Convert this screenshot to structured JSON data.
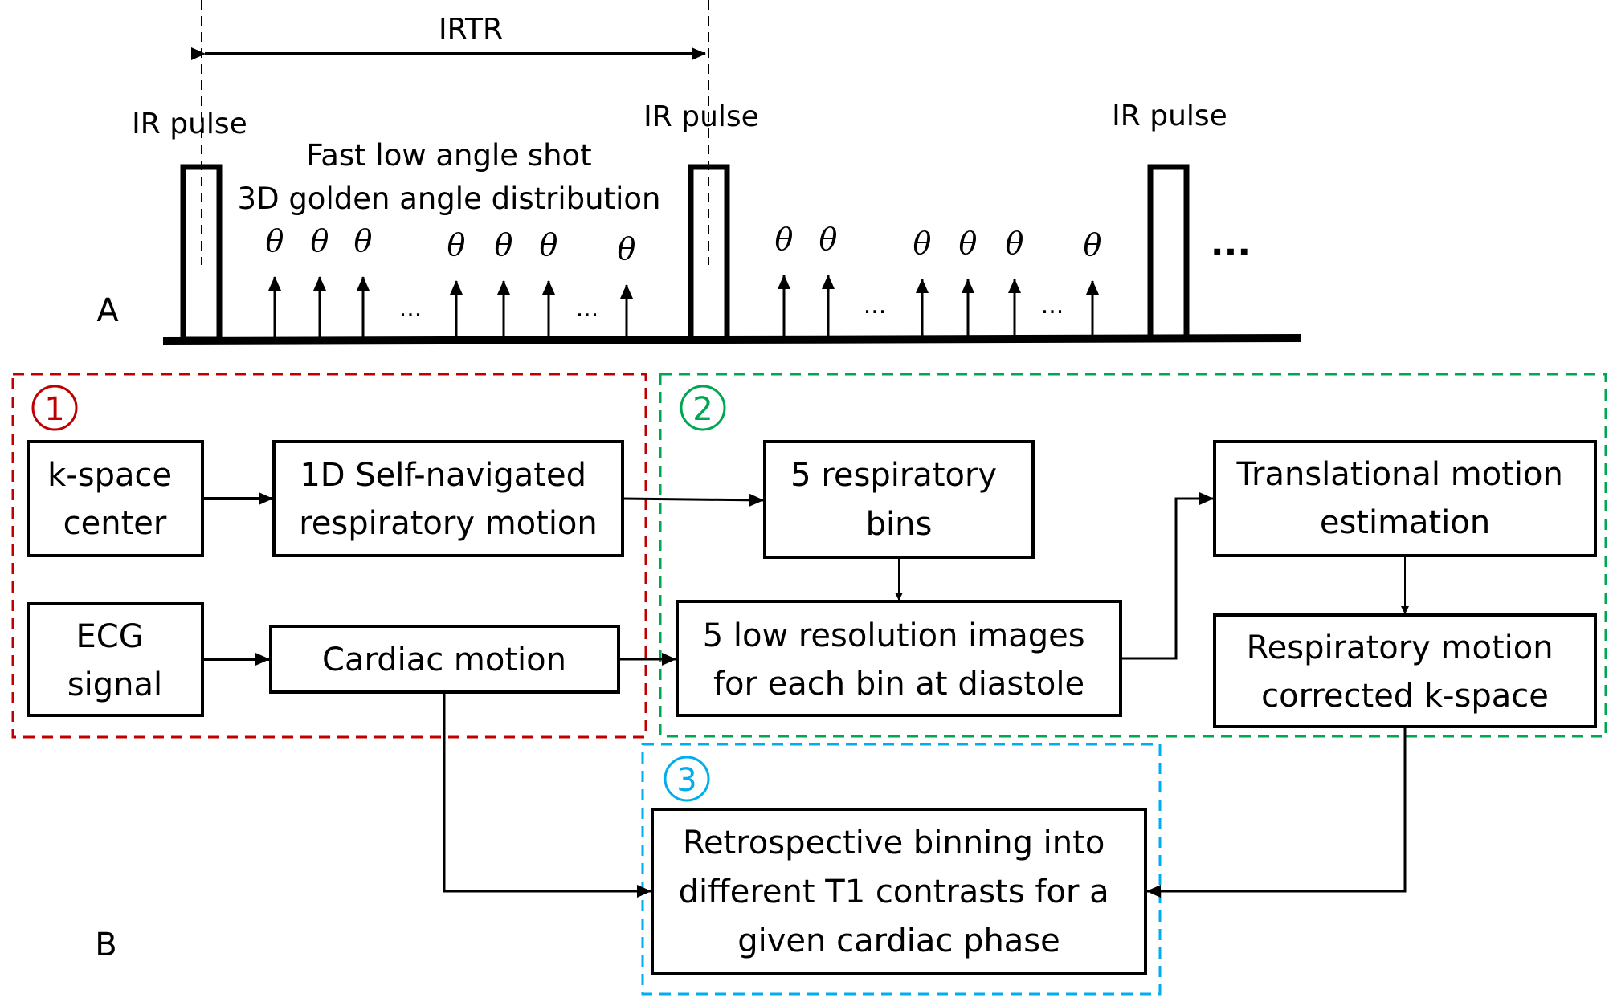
{
  "panel_a": {
    "label": "A",
    "interval_label": "IRTR",
    "pulse_labels": [
      "IR pulse",
      "IR pulse",
      "IR pulse"
    ],
    "readout_title": "Fast low angle shot",
    "readout_subtitle": "3D golden angle distribution",
    "theta_symbol": "θ",
    "ellipsis": "...",
    "continuation": "..."
  },
  "panel_b": {
    "label": "B",
    "groups": [
      {
        "number": "1",
        "color": "#c00000"
      },
      {
        "number": "2",
        "color": "#00a651"
      },
      {
        "number": "3",
        "color": "#00aeef"
      }
    ],
    "boxes": {
      "kspace": [
        "k-space",
        "center"
      ],
      "selfnav": [
        "1D Self-navigated",
        "respiratory motion"
      ],
      "ecg": [
        "ECG",
        "signal"
      ],
      "cardiac": [
        "Cardiac motion"
      ],
      "bins": [
        "5 respiratory",
        "bins"
      ],
      "lowres": [
        "5 low resolution images",
        "for each bin at diastole"
      ],
      "translational": [
        "Translational motion",
        "estimation"
      ],
      "corrected": [
        "Respiratory motion",
        "corrected k-space"
      ],
      "retro": [
        "Retrospective binning into",
        "different T1 contrasts for a",
        "given cardiac phase"
      ]
    }
  }
}
